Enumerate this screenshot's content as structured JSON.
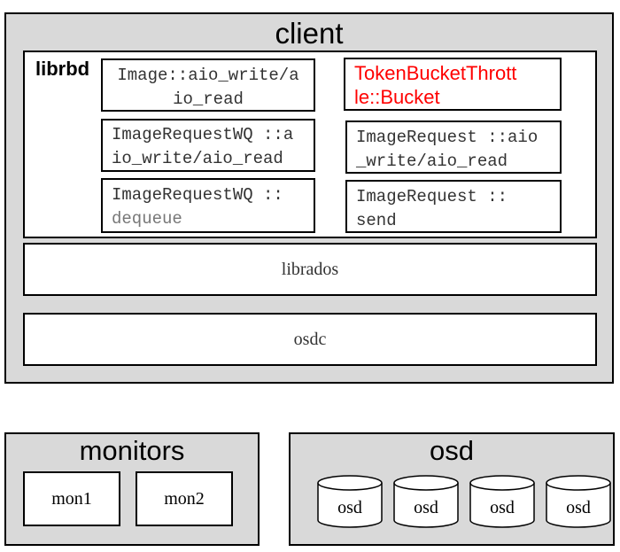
{
  "client": {
    "title": "client",
    "librbd": {
      "label": "librbd",
      "left_col": [
        {
          "line1": "Image::aio_write/a",
          "line2": "io_read"
        },
        {
          "line1": "ImageRequestWQ ::a",
          "line2": "io_write/aio_read"
        },
        {
          "line1": "ImageRequestWQ ::",
          "line2": "dequeue"
        }
      ],
      "right_col": [
        {
          "line1": "TokenBucketThrott",
          "line2": "le::Bucket",
          "color": "#ff0000"
        },
        {
          "line1": "ImageRequest ::aio",
          "line2": "_write/aio_read"
        },
        {
          "line1": "ImageRequest ::",
          "line2": "send"
        }
      ]
    },
    "librados": "librados",
    "osdc": "osdc"
  },
  "monitors": {
    "title": "monitors",
    "items": [
      "mon1",
      "mon2"
    ]
  },
  "osd": {
    "title": "osd",
    "items": [
      "osd",
      "osd",
      "osd",
      "osd"
    ]
  }
}
